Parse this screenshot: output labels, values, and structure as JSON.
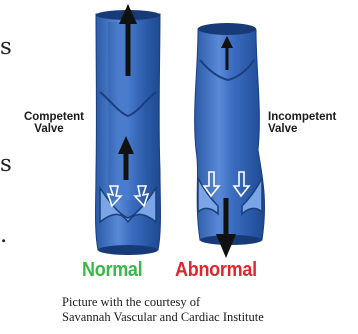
{
  "fragments": [
    "s",
    "s",
    "."
  ],
  "labels": {
    "left": [
      "Competent",
      "Valve"
    ],
    "right": [
      "Incompetent",
      "Valve"
    ]
  },
  "captions": {
    "normal": "Normal",
    "abnormal": "Abnormal"
  },
  "credit": [
    "Picture with the courtesy of",
    "Savannah Vascular and Cardiac Institute"
  ],
  "colors": {
    "normal": "#3bb84a",
    "abnormal": "#e2262c",
    "vein": "#3f73c4",
    "vein_dark": "#1f4c96",
    "vein_light": "#8fb4ec",
    "arrow": "#111111"
  },
  "icons": {
    "up_arrow": "arrow-up-icon",
    "down_arrow": "arrow-down-icon",
    "hollow_arrow": "hollow-arrow-icon"
  }
}
